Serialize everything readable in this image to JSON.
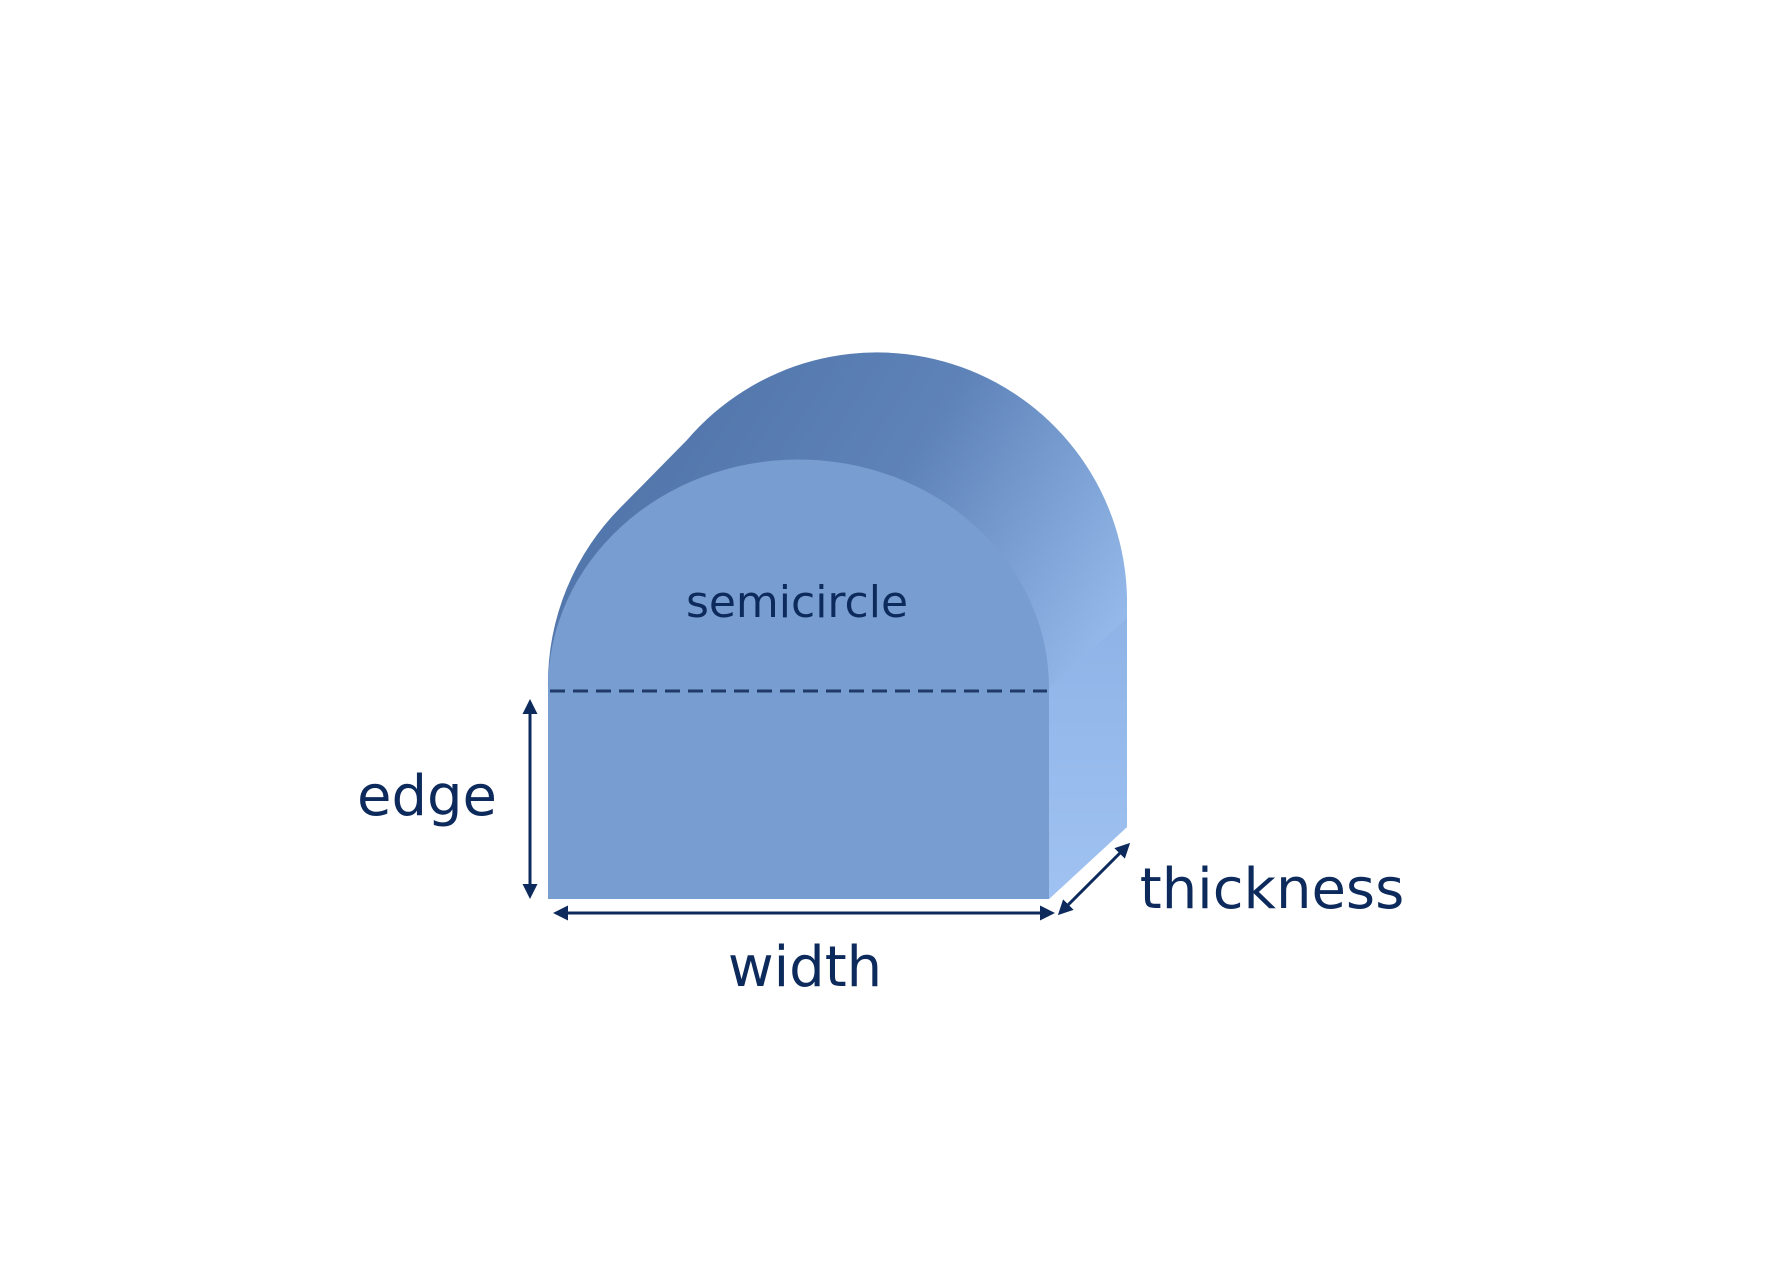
{
  "labels": {
    "semicircle": "semicircle",
    "edge": "edge",
    "width": "width",
    "thickness": "thickness"
  },
  "colors": {
    "front_face": "#789dd0",
    "top_surface_dark": "#4e72a6",
    "top_surface_light": "#7a9ed2",
    "side_face": "#97bbee",
    "dimension_line": "#0d2a5c",
    "label_text": "#0d2a5c"
  }
}
